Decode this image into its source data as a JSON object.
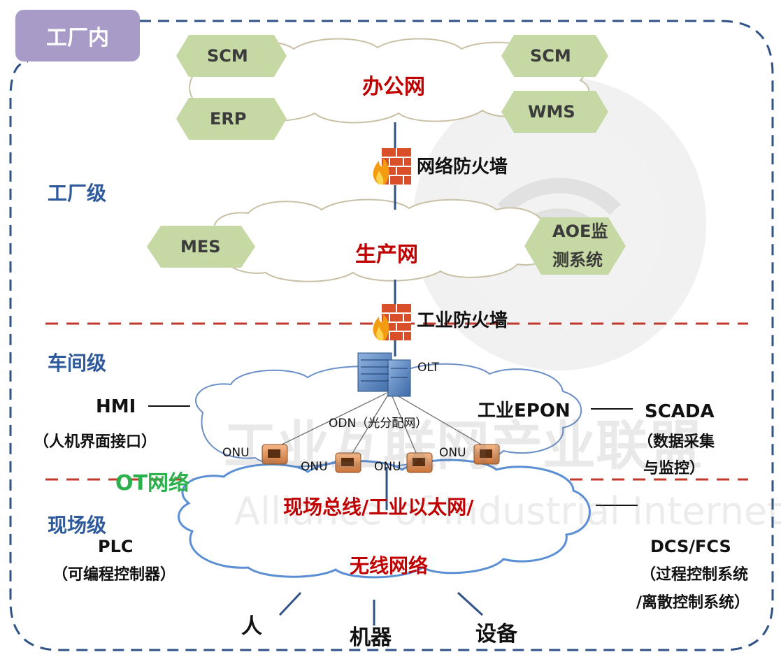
{
  "frame": {
    "title": "工厂内",
    "colors": {
      "frame_border": "#2f5287",
      "title_tab": "#a89bc7",
      "hex_fill": "#c6d9a4",
      "office_cloud_stroke": "#c9c1a5",
      "field_cloud_stroke": "#5b8fd4",
      "level_text": "#2e5a9c",
      "net_text": "#c00000",
      "divider": "#c0392b",
      "ot_text": "#2bb24c",
      "firewall": "#d94f2a"
    }
  },
  "levels": {
    "factory": "工厂级",
    "workshop": "车间级",
    "field": "现场级"
  },
  "office_network": {
    "name": "办公网",
    "systems": [
      "SCM",
      "SCM",
      "ERP",
      "WMS"
    ]
  },
  "network_firewall": "网络防火墙",
  "production_network": {
    "name": "生产网",
    "systems": [
      "MES",
      "AOE监",
      "测系统"
    ]
  },
  "industrial_firewall": "工业防火墙",
  "epon": {
    "olt": "OLT",
    "name": "工业EPON",
    "odn": "ODN（光分配网）",
    "onus": [
      "ONU",
      "ONU",
      "ONU",
      "ONU"
    ],
    "hmi": "HMI",
    "hmi_desc": "（人机界面接口）",
    "scada": "SCADA",
    "scada_desc_1": "（数据采集",
    "scada_desc_2": "与监控）"
  },
  "ot_network": "OT网络",
  "field_network": {
    "name_line1": "现场总线/工业以太网/",
    "name_line2": "无线网络",
    "plc": "PLC",
    "plc_desc": "（可编程控制器）",
    "dcs": "DCS/FCS",
    "dcs_desc_1": "（过程控制系统",
    "dcs_desc_2": "/离散控制系统）",
    "endpoints": [
      "人",
      "机器",
      "设备"
    ]
  },
  "watermark": {
    "cn": "工业互联网产业联盟",
    "en": "Alliance of Industrial Internet"
  }
}
